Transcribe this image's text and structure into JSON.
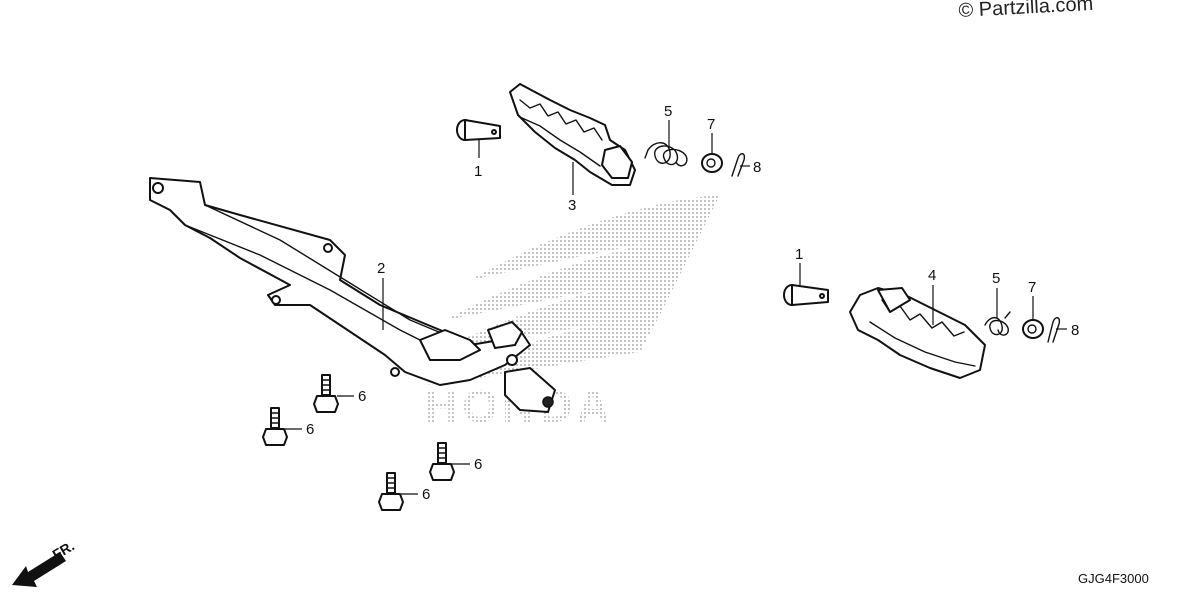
{
  "watermark": {
    "copyright": "© Partzilla.com",
    "brand_text": "HONDA"
  },
  "diagram_code": "GJG4F3000",
  "direction_indicator": "FR.",
  "callouts": [
    {
      "id": "c1a",
      "label": "1"
    },
    {
      "id": "c3",
      "label": "3"
    },
    {
      "id": "c5a",
      "label": "5"
    },
    {
      "id": "c7a",
      "label": "7"
    },
    {
      "id": "c8a",
      "label": "8"
    },
    {
      "id": "c2",
      "label": "2"
    },
    {
      "id": "c1b",
      "label": "1"
    },
    {
      "id": "c4",
      "label": "4"
    },
    {
      "id": "c5b",
      "label": "5"
    },
    {
      "id": "c7b",
      "label": "7"
    },
    {
      "id": "c8b",
      "label": "8"
    },
    {
      "id": "c6a",
      "label": "6"
    },
    {
      "id": "c6b",
      "label": "6"
    },
    {
      "id": "c6c",
      "label": "6"
    },
    {
      "id": "c6d",
      "label": "6"
    }
  ]
}
